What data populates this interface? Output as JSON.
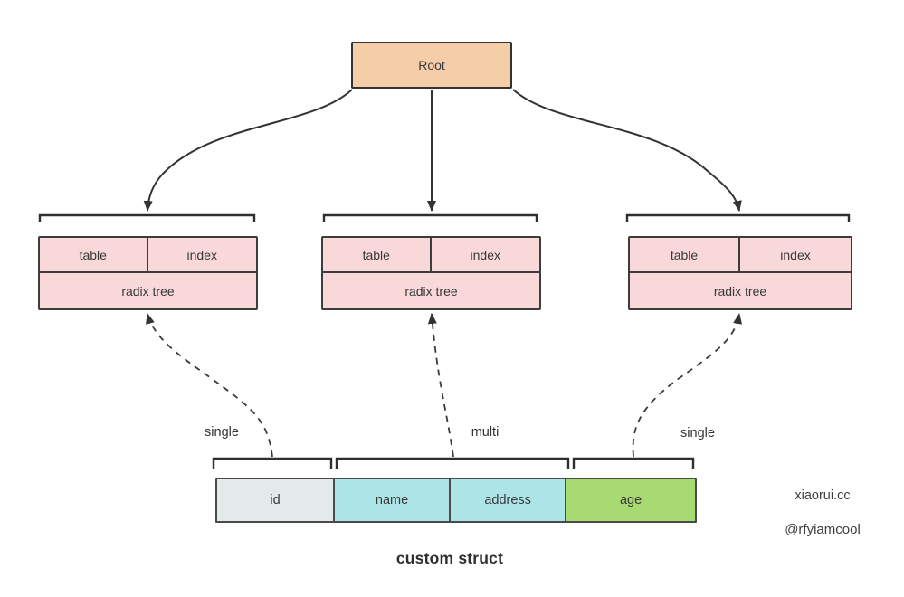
{
  "colors": {
    "root_fill": "#F6CDA9",
    "node_fill": "#F8D8D8",
    "id_fill": "#E4E9E9",
    "name_address_fill": "#ADE4E8",
    "age_fill": "#A7DA71",
    "border": "#3D3D3D",
    "line": "#333333",
    "text": "#383838"
  },
  "root": {
    "label": "Root"
  },
  "nodes": [
    {
      "cells": [
        "table",
        "index"
      ],
      "bottom": "radix tree"
    },
    {
      "cells": [
        "table",
        "index"
      ],
      "bottom": "radix tree"
    },
    {
      "cells": [
        "table",
        "index"
      ],
      "bottom": "radix tree"
    }
  ],
  "struct": {
    "fields": [
      {
        "label": "id"
      },
      {
        "label": "name"
      },
      {
        "label": "address"
      },
      {
        "label": "age"
      }
    ],
    "groups": [
      {
        "label": "single"
      },
      {
        "label": "multi"
      },
      {
        "label": "single"
      }
    ],
    "caption": "custom struct"
  },
  "watermark": {
    "site": "xiaorui.cc",
    "handle": "@rfyiamcool"
  }
}
